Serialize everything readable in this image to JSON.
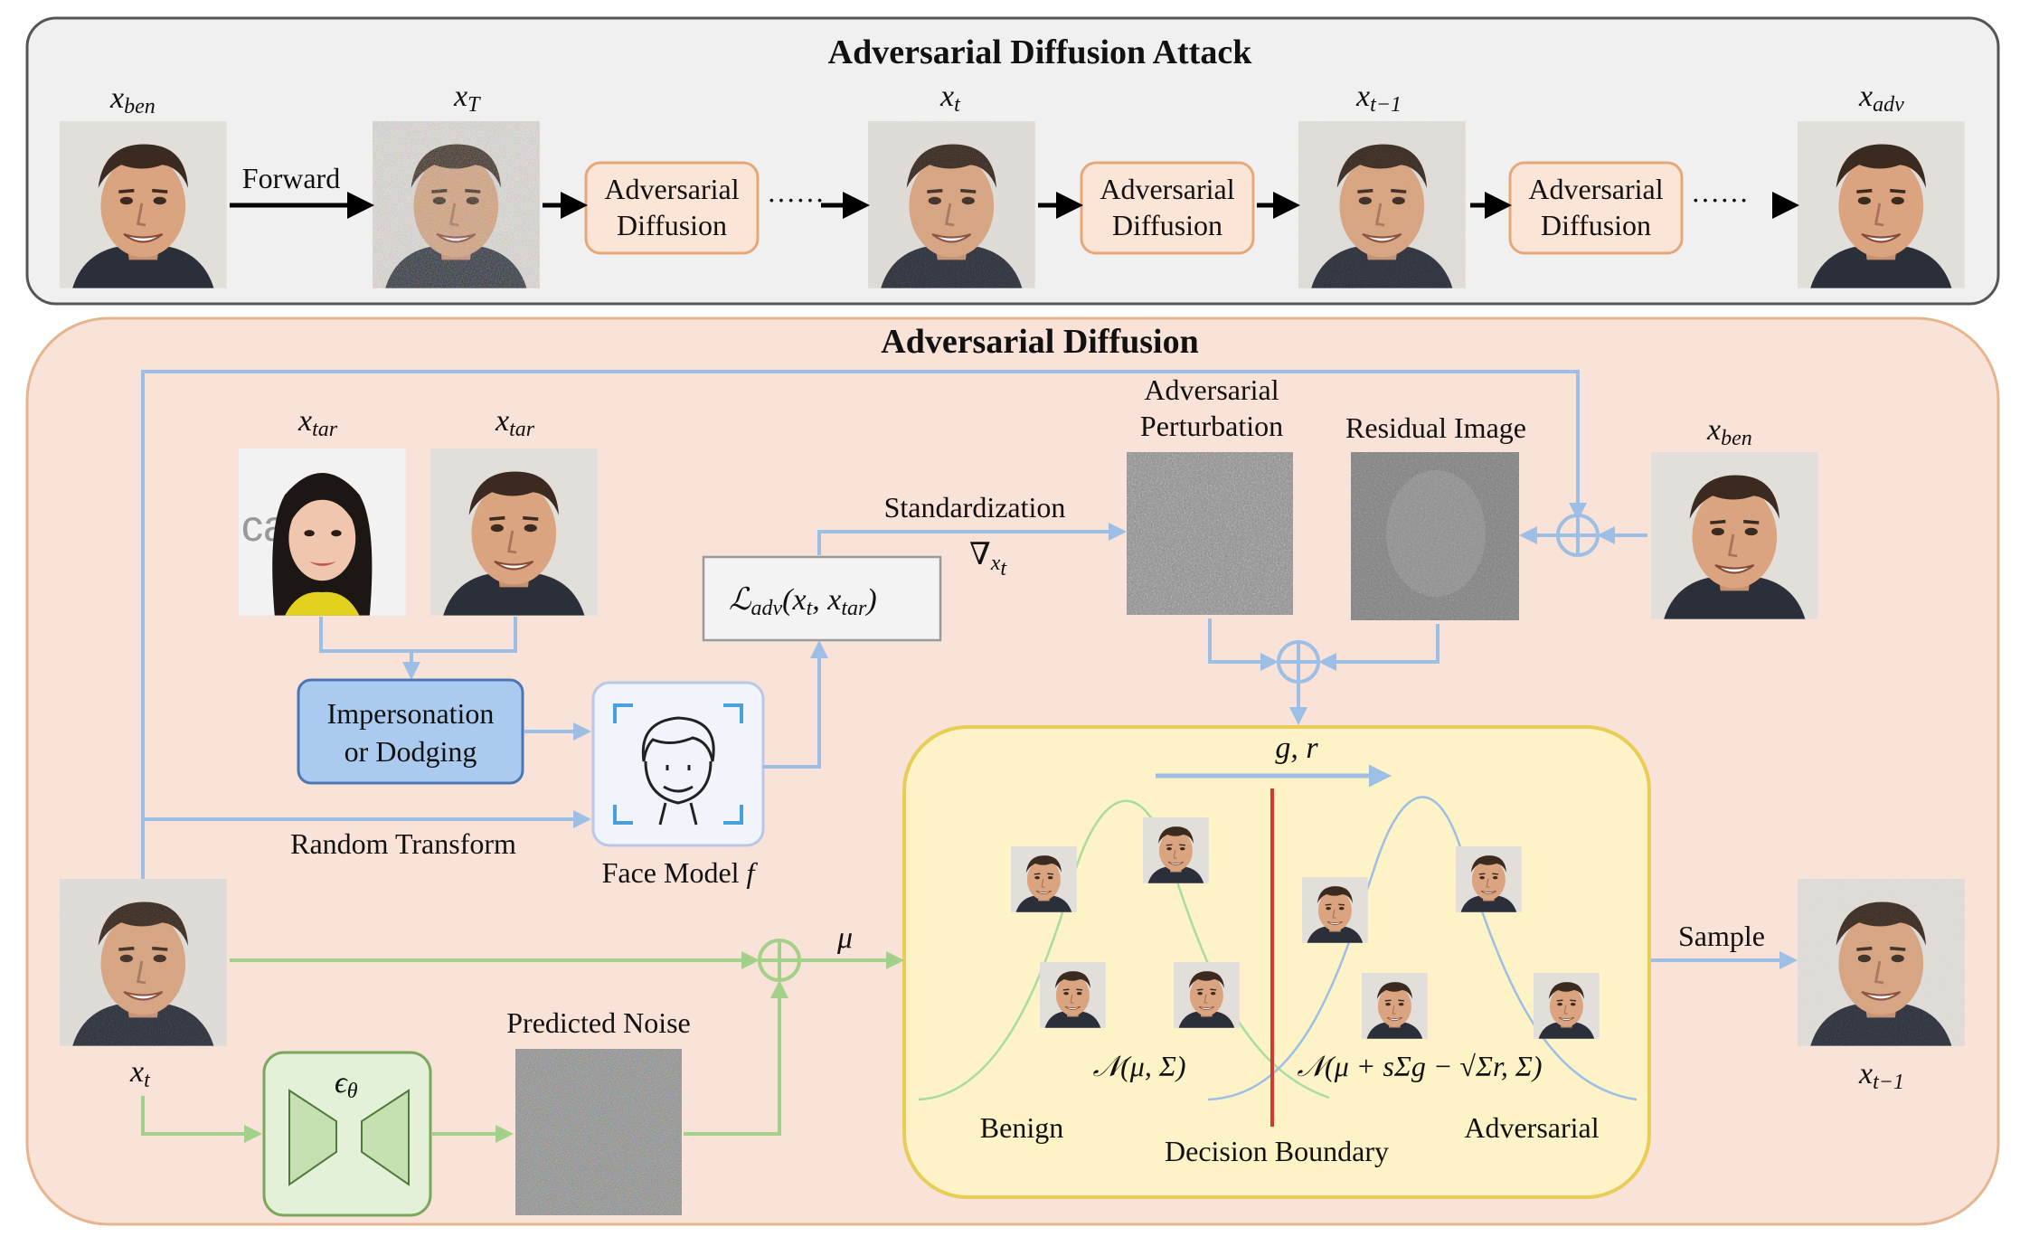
{
  "top_panel": {
    "title": "Adversarial Diffusion Attack",
    "forward_label": "Forward",
    "ellipsis": "······",
    "images": [
      {
        "base": "x",
        "sub": "ben",
        "subkind": "sub"
      },
      {
        "base": "x",
        "sub": "T",
        "subkind": "sub"
      },
      {
        "base": "x",
        "sub": "t",
        "subkind": "sub"
      },
      {
        "base": "x",
        "sub": "t−1",
        "subkind": "sub"
      },
      {
        "base": "x",
        "sub": "adv",
        "subkind": "sub"
      }
    ],
    "blocks": [
      {
        "line1": "Adversarial",
        "line2": "Diffusion"
      },
      {
        "line1": "Adversarial",
        "line2": "Diffusion"
      },
      {
        "line1": "Adversarial",
        "line2": "Diffusion"
      }
    ]
  },
  "bottom_panel": {
    "title": "Adversarial Diffusion",
    "xtar_a": {
      "base": "x",
      "sub": "tar"
    },
    "xtar_b": {
      "base": "x",
      "sub": "tar"
    },
    "xben": {
      "base": "x",
      "sub": "ben"
    },
    "xt": {
      "base": "x",
      "sub": "t"
    },
    "xt_minus_1": {
      "base": "x",
      "sub": "t−1"
    },
    "impersonation_line1": "Impersonation",
    "impersonation_line2": "or Dodging",
    "face_model_label": "Face Model",
    "face_model_symbol": "f",
    "random_transform_label": "Random Transform",
    "loss_label": "ℒ",
    "loss_sub": "adv",
    "loss_args": "(x",
    "loss_args_sub1": "t",
    "loss_args_mid": ", x",
    "loss_args_sub2": "tar",
    "loss_args_end": ")",
    "standardization_label": "Standardization",
    "grad_label": "∇",
    "grad_sub": "x",
    "grad_subsub": "t",
    "adv_perturbation_line1": "Adversarial",
    "adv_perturbation_line2": "Perturbation",
    "residual_image_label": "Residual Image",
    "predicted_noise_label": "Predicted Noise",
    "epsilon_label": "ϵ",
    "epsilon_sub": "θ",
    "mu_label": "μ",
    "sample_label": "Sample",
    "gr_label": "g, r",
    "normal_benign": "𝒩(μ, Σ)",
    "normal_adv": "𝒩(μ + sΣg − √Σr, Σ)",
    "benign_label": "Benign",
    "decision_boundary_label": "Decision Boundary",
    "adversarial_label": "Adversarial"
  },
  "colors": {
    "top_panel_bg": "#f0f0f0",
    "bottom_panel_bg": "#f9e2d7",
    "bottom_panel_border": "#e6b58e",
    "block_fill": "#fbe5d6",
    "block_border": "#e6a77a",
    "impersonation_fill": "#aacbef",
    "impersonation_border": "#4a77b4",
    "yellow_box_fill": "#fdf3c6",
    "yellow_box_border": "#e8cc55",
    "blue_arrow": "#9dbfe6",
    "green_arrow": "#a3d18a",
    "decision_boundary": "#d03b2a",
    "encoder_fill": "#dcedd0",
    "encoder_border": "#7aa85c"
  },
  "icons": [
    "face-photo",
    "noise-image",
    "face-scan-icon",
    "unet-icon",
    "oplus-icon"
  ]
}
